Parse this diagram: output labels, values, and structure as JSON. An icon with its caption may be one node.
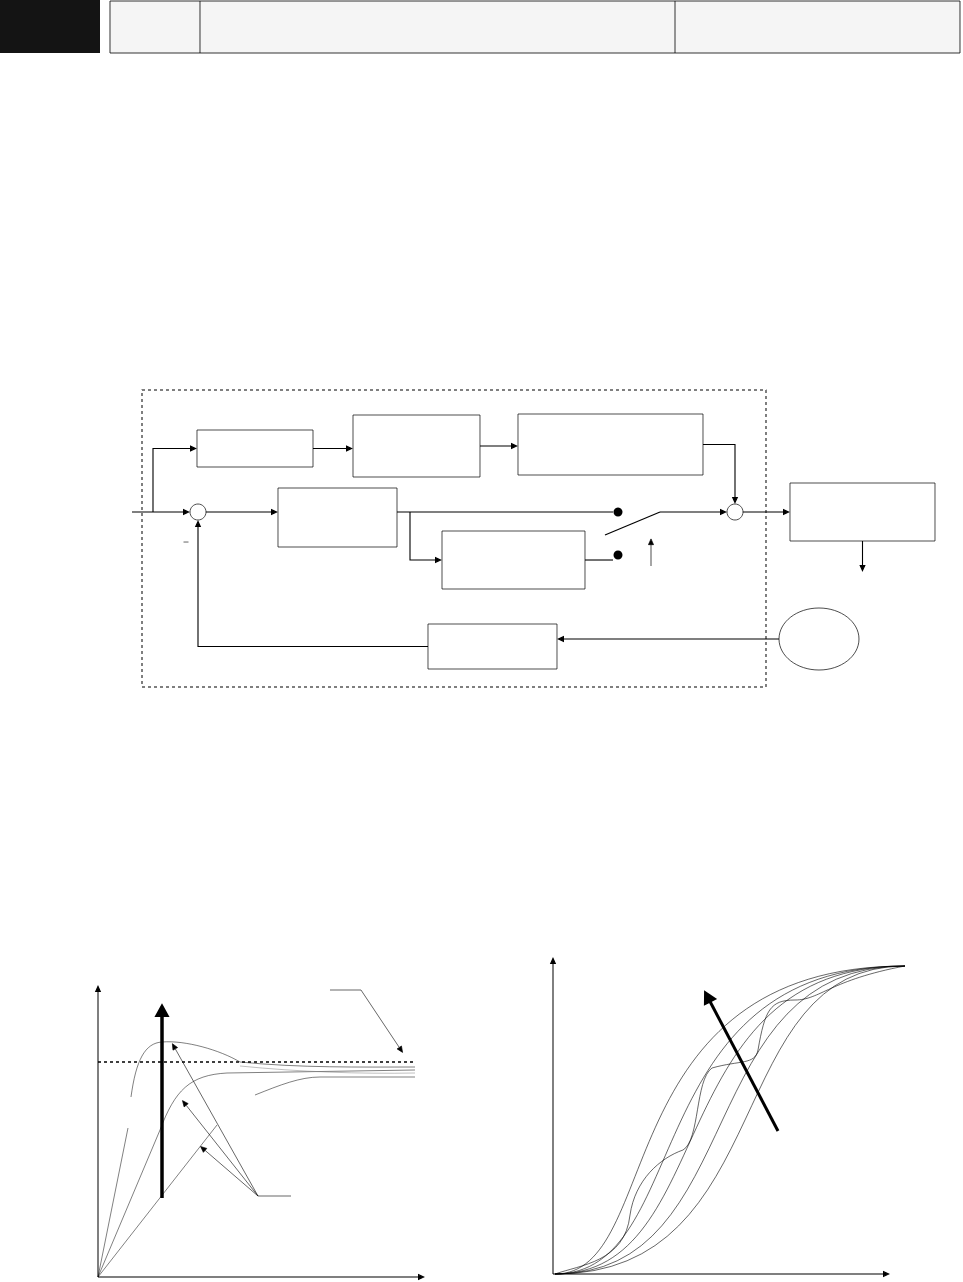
{
  "diagram": {
    "nodes": [
      {
        "text": [],
        "shape": "box"
      },
      {
        "text": [],
        "shape": "box",
        "in": 0
      },
      {
        "text": [],
        "shape": "box",
        "in": 0
      },
      {
        "text": [],
        "shape": "box",
        "in": 0
      },
      {
        "text": [],
        "shape": "circle",
        "in": 0
      },
      {
        "text": [],
        "shape": "box",
        "in": 0
      },
      {
        "text": [],
        "shape": "switch",
        "in": 0
      },
      {
        "text": [],
        "shape": "circle",
        "in": 0
      },
      {
        "text": [],
        "shape": "box"
      },
      {
        "text": [],
        "shape": "box",
        "in": 0
      },
      {
        "text": [],
        "shape": "box",
        "in": 0
      },
      {
        "text": [],
        "shape": "ellipse"
      }
    ],
    "edges": [
      {
        "from": null,
        "to": 4,
        "arrow": "to"
      },
      {
        "from": null,
        "to": 1,
        "arrow": "to"
      },
      {
        "from": 1,
        "to": 2,
        "arrow": "to"
      },
      {
        "from": 2,
        "to": 3,
        "arrow": "to"
      },
      {
        "from": 3,
        "to": 7,
        "arrow": "to"
      },
      {
        "from": 4,
        "to": 5,
        "arrow": "to"
      },
      {
        "from": 5,
        "to": 6,
        "arrow": "none"
      },
      {
        "from": 5,
        "to": 9,
        "arrow": "to"
      },
      {
        "from": 9,
        "to": 6,
        "arrow": "none"
      },
      {
        "from": 6,
        "to": 7,
        "arrow": "to"
      },
      {
        "from": 7,
        "to": 8,
        "arrow": "to"
      },
      {
        "from": 8,
        "to": null,
        "arrow": "to"
      },
      {
        "from": 11,
        "to": 10,
        "arrow": "to"
      },
      {
        "from": 10,
        "to": 4,
        "arrow": "to"
      }
    ],
    "labels": [
      "–"
    ]
  }
}
